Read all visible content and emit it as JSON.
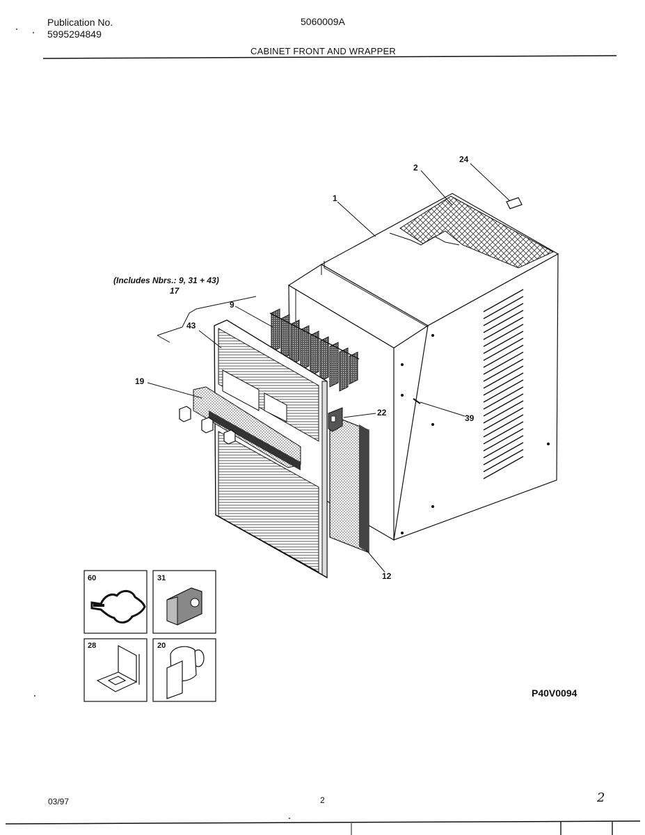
{
  "header": {
    "publication_label": "Publication No.",
    "publication_number": "5995294849",
    "model_number": "5060009A",
    "title": "CABINET FRONT AND WRAPPER"
  },
  "diagram": {
    "callouts": {
      "c1": "1",
      "c2": "2",
      "c24": "24",
      "c17": "17",
      "c17_note": "(Includes Nbrs.: 9, 31 + 43)",
      "c9": "9",
      "c43": "43",
      "c19": "19",
      "c22": "22",
      "c39": "39",
      "c12": "12"
    },
    "insets": {
      "i60": "60",
      "i31": "31",
      "i28": "28",
      "i20": "20"
    },
    "figure_code": "P40V0094"
  },
  "footer": {
    "date": "03/97",
    "page_number": "2",
    "handwritten_mark": "2"
  }
}
